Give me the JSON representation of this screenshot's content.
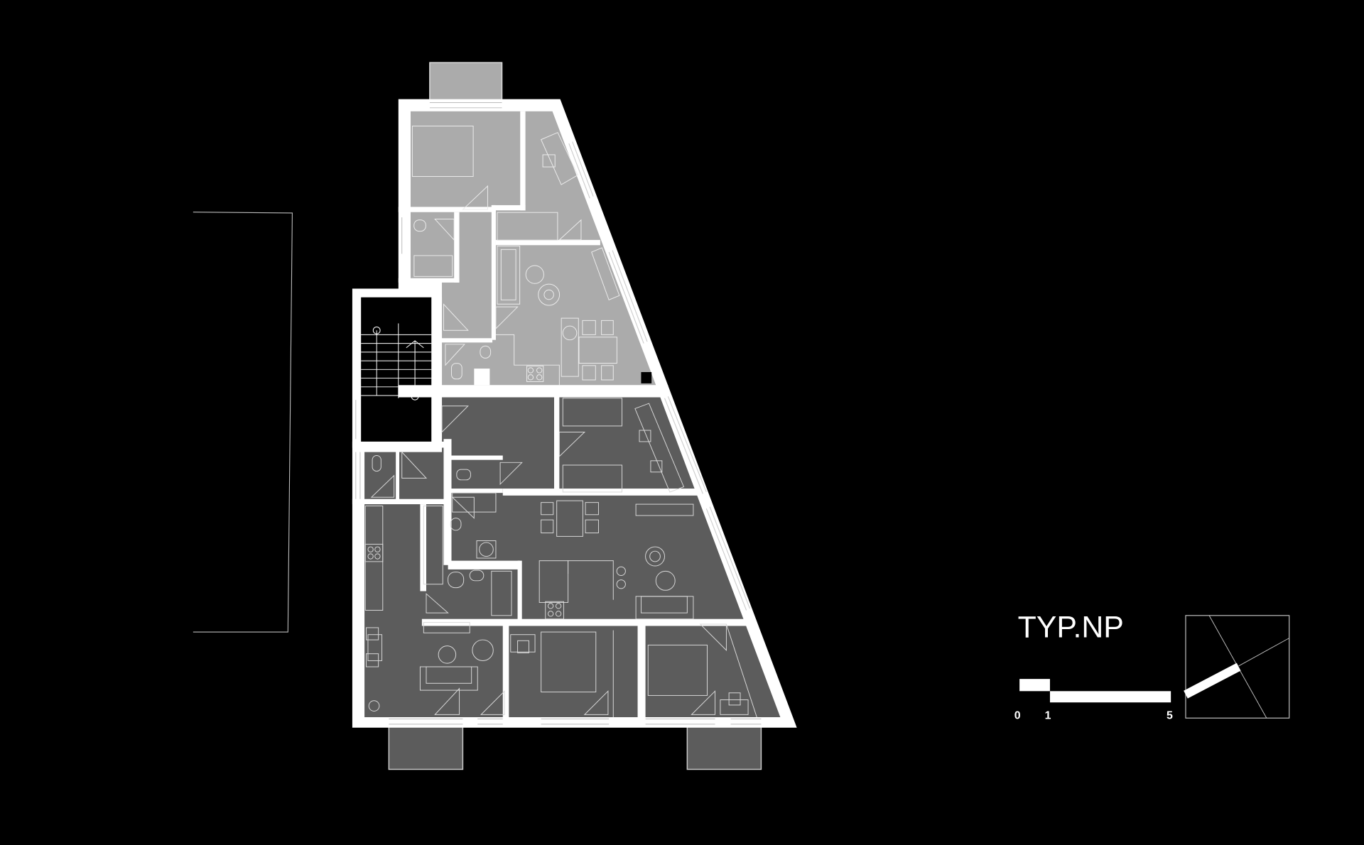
{
  "plan": {
    "title": "TYP.NP",
    "scale_bar": {
      "labels": [
        "0",
        "1",
        "5"
      ]
    },
    "colors": {
      "background": "#000000",
      "walls": "#ffffff",
      "apartment_upper": "#ababab",
      "apartment_lower": "#5c5c5c",
      "stair_core": "#000000"
    },
    "icons": [
      "key-plan-icon",
      "scale-bar-icon"
    ]
  }
}
